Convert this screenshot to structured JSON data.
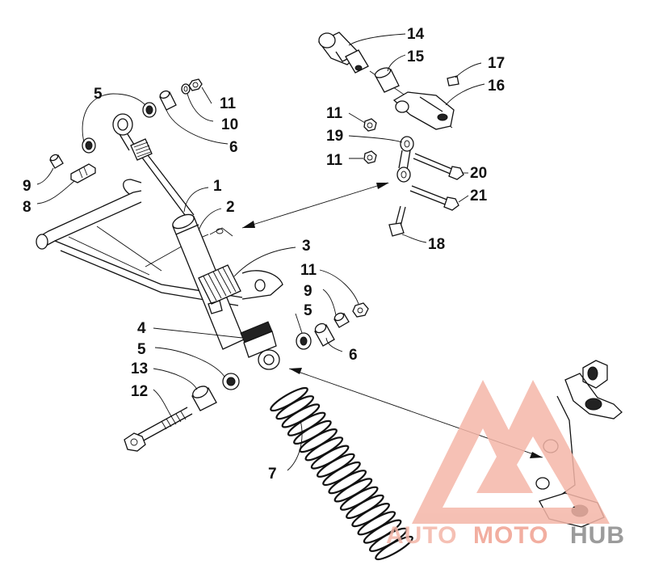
{
  "callouts": {
    "c1": "1",
    "c2": "2",
    "c3": "3",
    "c4": "4",
    "c5a": "5",
    "c5b": "5",
    "c5c": "5",
    "c6a": "6",
    "c6b": "6",
    "c7": "7",
    "c8": "8",
    "c9a": "9",
    "c9b": "9",
    "c10": "10",
    "c11a": "11",
    "c11b": "11",
    "c11c": "11",
    "c11d": "11",
    "c12": "12",
    "c13": "13",
    "c14": "14",
    "c15": "15",
    "c16": "16",
    "c17": "17",
    "c18": "18",
    "c19": "19",
    "c20": "20",
    "c21": "21"
  },
  "watermark": {
    "part1": "AUTO",
    "part2": "MOTO",
    "part3": "HUB",
    "color_primary": "#f4b6a8",
    "color_accent": "#f0a090",
    "color_dark": "#8a8a8a"
  }
}
